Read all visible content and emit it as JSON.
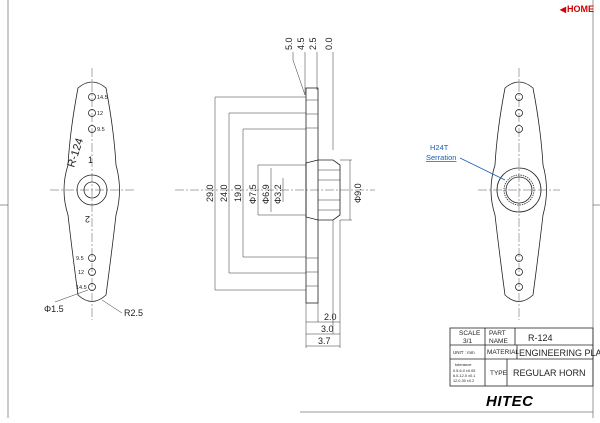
{
  "nav": {
    "home_label": "HOME"
  },
  "part": {
    "scale_label": "SCALE",
    "scale_value": "3/1",
    "part_name_label": "PART NAME",
    "part_name": "R-124",
    "unit_label": "UNIT : mm",
    "material_label": "MATERIAL",
    "material": "ENGINEERING PLASTIC",
    "tolerance_title": "tolerance",
    "tolerance_lines": [
      "0.5-6.0 ±0.05",
      "6.0-12.0 ±0.1",
      "12.0-30 ±0.2"
    ],
    "type_label": "TYPE",
    "type": "REGULAR HORN"
  },
  "front_view": {
    "horn_mark": "R-124",
    "index_top": "1",
    "index_bottom": "2",
    "hole_labels_top": [
      "14.5",
      "12",
      "9.5"
    ],
    "hole_labels_bottom": [
      "9.5",
      "12",
      "14.5"
    ],
    "hole_dia": "Φ1.5",
    "end_radius": "R2.5"
  },
  "section_view": {
    "top_dims": [
      "5.0",
      "4.5",
      "2.5",
      "0.0"
    ],
    "height_dims": [
      "29.0",
      "24.0",
      "19.0",
      "Φ7.5",
      "Φ6.9",
      "Φ3.2",
      "Φ9.0"
    ],
    "bottom_dims": [
      "2.0",
      "3.0",
      "3.7"
    ]
  },
  "back_view": {
    "callout": [
      "H24T",
      "Serration"
    ]
  },
  "brand": {
    "logo": "HITEC"
  },
  "colors": {
    "accent": "#d00000",
    "callout": "#1a5fb4",
    "line": "#222222"
  }
}
